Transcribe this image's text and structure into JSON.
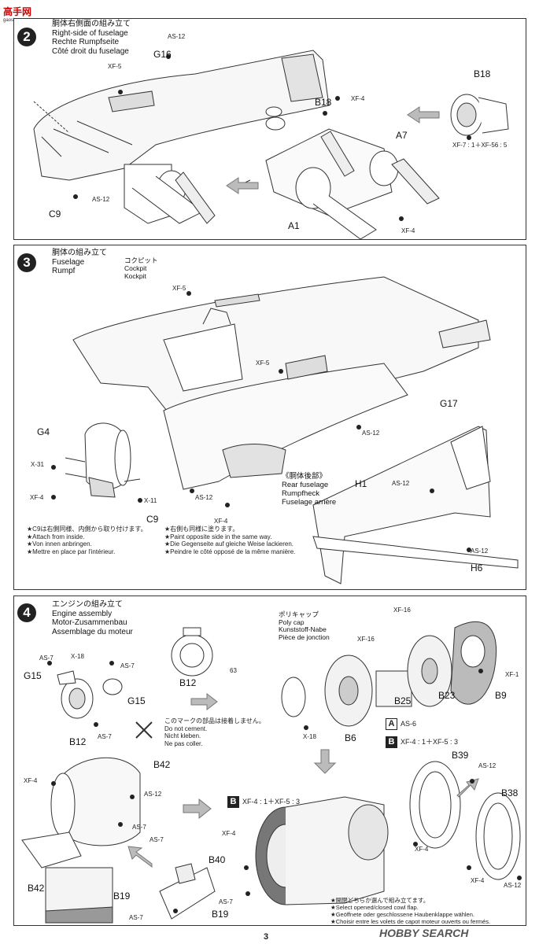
{
  "site_logo": {
    "text": "高手网",
    "sub": "gaoshou.net"
  },
  "page_number": "3",
  "watermark": "HOBBY SEARCH",
  "step2": {
    "number": "2",
    "title_lines": [
      "胴体右側面の組み立て",
      "Right-side of fuselage",
      "Rechte Rumpfseite",
      "Côté droit du fuselage"
    ],
    "labels": {
      "as12_top": "AS-12",
      "g16": "G16",
      "xf5": "XF-5",
      "xf4_mid": "XF-4",
      "b18_mid": "B18",
      "b18_right": "B18",
      "mix": "XF-7 : 1＋XF-56 : 5",
      "a7": "A7",
      "c9": "C9",
      "as12_low": "AS-12",
      "a1": "A1",
      "xf4_low": "XF-4"
    }
  },
  "step3": {
    "number": "3",
    "title_lines": [
      "胴体の組み立て",
      "Fuselage",
      "Rumpf"
    ],
    "cockpit_lines": [
      "コクピット",
      "Cockpit",
      "Kockpit"
    ],
    "labels": {
      "xf5_a": "XF-5",
      "xf5_b": "XF-5",
      "g17": "G17",
      "as12_a": "AS-12",
      "g4": "G4",
      "x31": "X-31",
      "xf4": "XF-4",
      "x11": "X-11",
      "as12_b": "AS-12",
      "c9": "C9",
      "xf4_b": "XF-4",
      "h1": "H1",
      "as12_c": "AS-12",
      "as12_d": "AS-12",
      "h6": "H6"
    },
    "rear_lines": [
      "《胴体後部》",
      "Rear fuselage",
      "Rumpfheck",
      "Fuselage arrière"
    ],
    "note_left": [
      "★C9は右側同様、内側から取り付けます。",
      "★Attach from inside.",
      "★Von innen anbringen.",
      "★Mettre en place par l'intérieur."
    ],
    "note_right": [
      "★右側も同様に塗ります。",
      "★Paint opposite side in the same way.",
      "★Die Gegenseite auf gleiche Weise lackieren.",
      "★Peindre le côté opposé de la même manière."
    ]
  },
  "step4": {
    "number": "4",
    "title_lines": [
      "エンジンの組み立て",
      "Engine assembly",
      "Motor-Zusammenbau",
      "Assemblage du moteur"
    ],
    "polycap_lines": [
      "ポリキャップ",
      "Poly cap",
      "Kunststoff-Nabe",
      "Pièce de jonction"
    ],
    "nocement_lines": [
      "このマークの部品は接着しません。",
      "Do not cement.",
      "Nicht kleben.",
      "Ne pas coller."
    ],
    "legend": [
      {
        "letter": "A",
        "text": "AS-6"
      },
      {
        "letter": "B",
        "text": "XF-4 : 1＋XF-5 : 3"
      }
    ],
    "b_mix": "XF-4 : 1＋XF-5 : 3",
    "labels": {
      "as7_a": "AS-7",
      "x18_a": "X-18",
      "g15_a": "G15",
      "as7_b": "AS-7",
      "g15_b": "G15",
      "b12_a": "B12",
      "as7_c": "AS-7",
      "b12_b": "B12",
      "n63": "63",
      "xf16_a": "XF-16",
      "xf16_b": "XF-16",
      "xf1": "XF-1",
      "b25": "B25",
      "b23": "B23",
      "b9": "B9",
      "x18_b": "X-18",
      "b6": "B6",
      "b42_a": "B42",
      "xf4_a": "XF-4",
      "as12_a": "AS-12",
      "as7_d": "AS-7",
      "as7_e": "AS-7",
      "b40": "B40",
      "b42_b": "B42",
      "b19_a": "B19",
      "as7_f": "AS-7",
      "b19_b": "B19",
      "xf4_b": "XF-4",
      "as7_g": "AS-7",
      "b39": "B39",
      "as12_b": "AS-12",
      "b38": "B38",
      "xf4_c": "XF-4",
      "xf4_d": "XF-4",
      "as12_c": "AS-12"
    },
    "flap_note": [
      "★開閉どちらか選んで組み立てます。",
      "★Select opened/closed cowl flap.",
      "★Geöffnete oder geschlossene Haubenklappe wählen.",
      "★Choisir entre les volets de capot moteur ouverts ou fermés."
    ]
  }
}
